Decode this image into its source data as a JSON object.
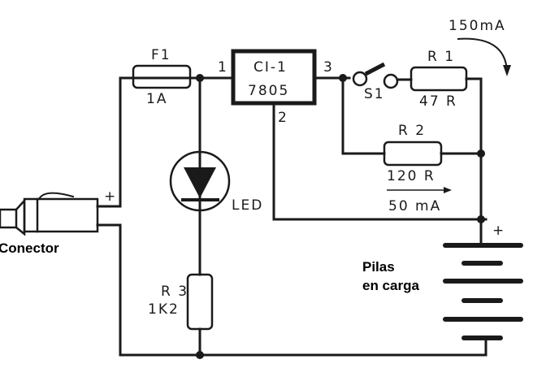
{
  "diagram": {
    "type": "circuit-schematic",
    "labels": {
      "fuse_name": "F1",
      "fuse_value": "1A",
      "ic_name": "CI-1",
      "ic_part": "7805",
      "ic_pin_in": "1",
      "ic_pin_gnd": "2",
      "ic_pin_out": "3",
      "switch_name": "S1",
      "r1_name": "R 1",
      "r1_value": "47 R",
      "r2_name": "R 2",
      "r2_value": "120 R",
      "r3_name": "R 3",
      "r3_value": "1K2",
      "led_label": "LED",
      "connector_label": "Conector",
      "connector_plus": "+",
      "battery_label_line1": "Pilas",
      "battery_label_line2": "en carga",
      "battery_plus": "+",
      "current_total": "150mA",
      "current_r2": "50 mA"
    }
  }
}
